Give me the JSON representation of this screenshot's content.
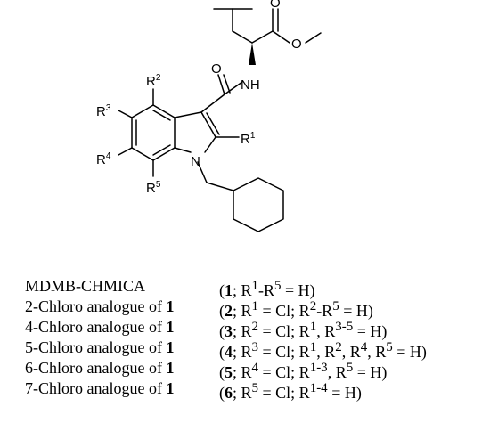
{
  "structure": {
    "atoms": {
      "nh": "NH",
      "n1": "N",
      "o_carbonyl_ester": "O",
      "o_ester": "O",
      "o_amide": "O"
    },
    "substituents": [
      {
        "base": "R",
        "sup": "1"
      },
      {
        "base": "R",
        "sup": "2"
      },
      {
        "base": "R",
        "sup": "3"
      },
      {
        "base": "R",
        "sup": "4"
      },
      {
        "base": "R",
        "sup": "5"
      }
    ]
  },
  "compounds": [
    {
      "name": "MDMB-CHMICA",
      "name_ref": "",
      "open": "(",
      "num": "1",
      "desc_html": "; R<sup>1</sup>-R<sup>5</sup> = H)"
    },
    {
      "name": "2-Chloro analogue of ",
      "name_ref": "1",
      "open": "(",
      "num": "2",
      "desc_html": "; R<sup>1</sup> = Cl; R<sup>2</sup>-R<sup>5</sup> = H)"
    },
    {
      "name": "4-Chloro analogue of ",
      "name_ref": "1",
      "open": "(",
      "num": "3",
      "desc_html": "; R<sup>2</sup> = Cl; R<sup>1</sup>, R<sup>3-5</sup> = H)"
    },
    {
      "name": "5-Chloro analogue of ",
      "name_ref": "1",
      "open": "(",
      "num": "4",
      "desc_html": "; R<sup>3</sup> = Cl; R<sup>1</sup>, R<sup>2</sup>, R<sup>4</sup>, R<sup>5</sup> = H)"
    },
    {
      "name": "6-Chloro analogue of ",
      "name_ref": "1",
      "open": "(",
      "num": "5",
      "desc_html": "; R<sup>4</sup> = Cl; R<sup>1-3</sup>, R<sup>5</sup> = H)"
    },
    {
      "name": "7-Chloro analogue of ",
      "name_ref": "1",
      "open": "(",
      "num": "6",
      "desc_html": "; R<sup>5</sup> = Cl; R<sup>1-4</sup> = H)"
    }
  ]
}
